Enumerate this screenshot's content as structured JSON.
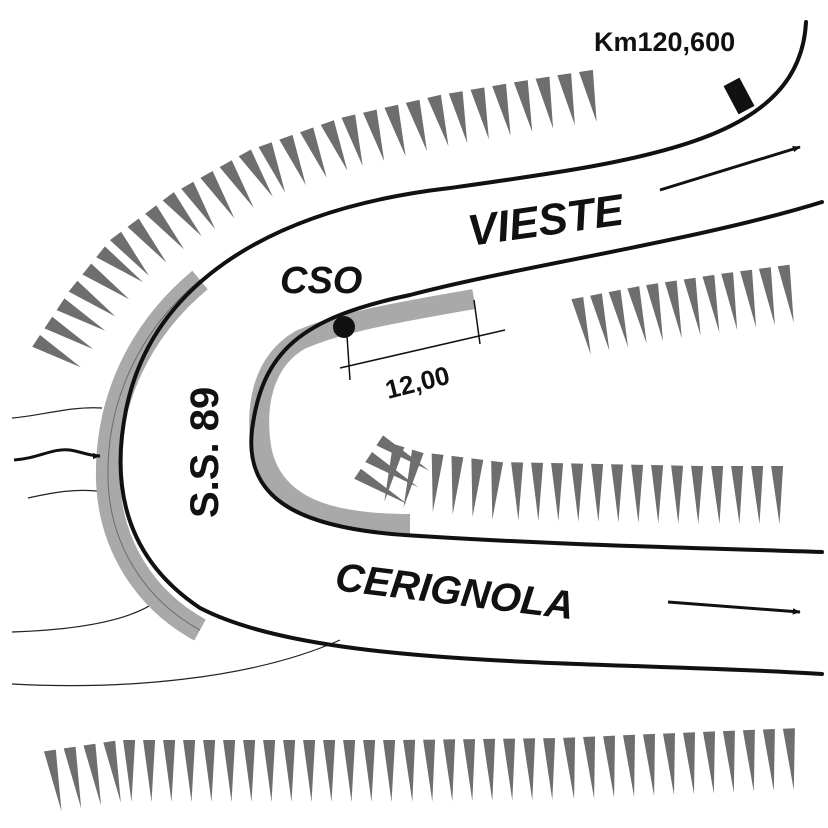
{
  "labels": {
    "km": "Km120,600",
    "vieste": "VIESTE",
    "cso": "CSO",
    "ss89": "S.S. 89",
    "dimension": "12,00",
    "cerignola": "CERIGNOLA"
  },
  "colors": {
    "road": "#111111",
    "barrier": "#a9a9a9",
    "hatch": "#6e6e6e",
    "background": "#ffffff"
  }
}
